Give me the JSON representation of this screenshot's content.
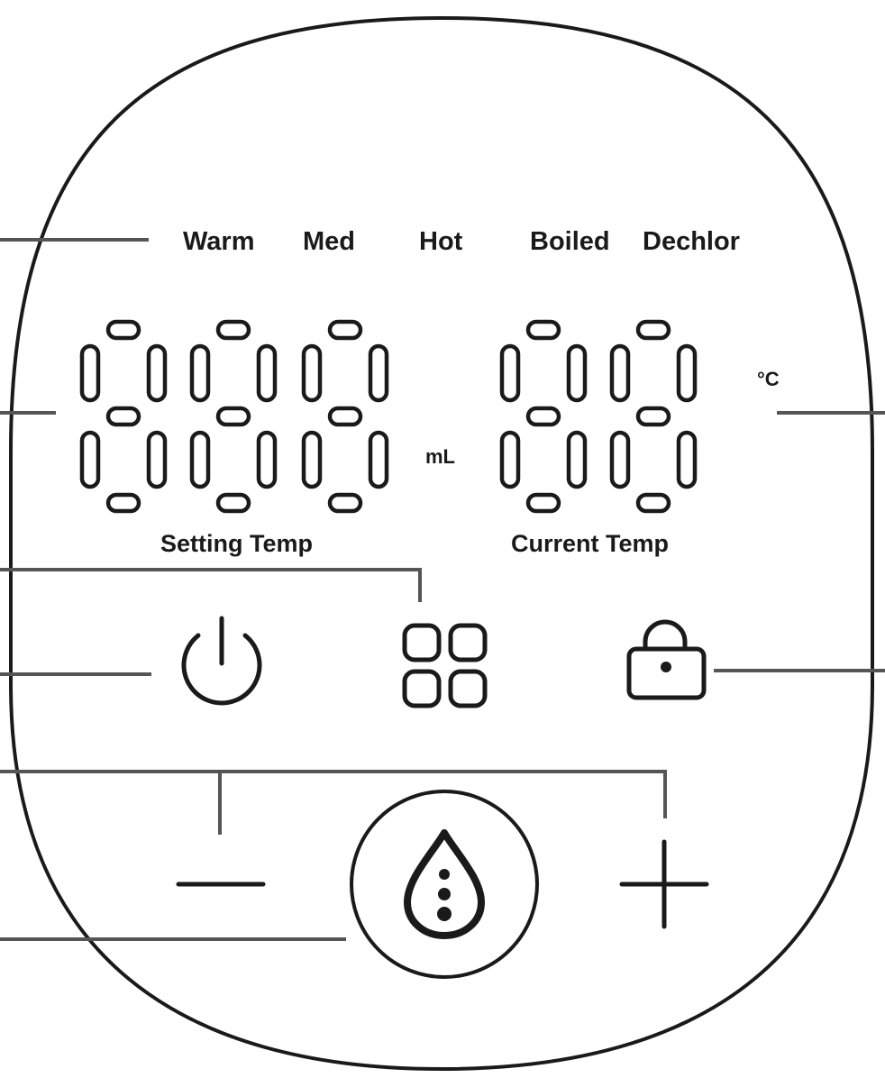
{
  "modes": [
    "Warm",
    "Med",
    "Hot",
    "Boiled",
    "Dechlor"
  ],
  "units": {
    "volume": "mL",
    "temperature": "°C"
  },
  "displays": {
    "setting_label": "Setting Temp",
    "current_label": "Current Temp",
    "setting_digits": "888",
    "current_digits": "88"
  },
  "controls": {
    "icons": [
      "power-icon",
      "menu-grid-icon",
      "lock-icon",
      "minus-icon",
      "water-drop-icon",
      "plus-icon"
    ]
  },
  "colors": {
    "ink": "#1a1a1a",
    "callout": "#555555",
    "background": "#ffffff"
  }
}
